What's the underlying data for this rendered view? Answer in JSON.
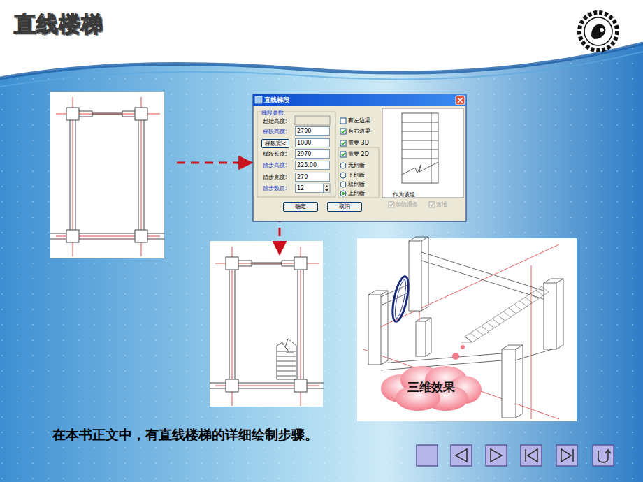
{
  "diagram": {
    "title": "直线楼梯",
    "caption": "在本书正文中，有直线楼梯的详细绘制步骤。",
    "nodes": [
      {
        "text": [
          "直线梯段"
        ]
      },
      {
        "text": [
          "梯段宽<"
        ],
        "in": 0
      },
      {
        "text": [
          "2700"
        ],
        "in": 0
      },
      {
        "text": [
          "1000"
        ],
        "in": 0
      },
      {
        "text": [
          "2970"
        ],
        "in": 0
      },
      {
        "text": [
          "225.00"
        ],
        "in": 0
      },
      {
        "text": [
          "270"
        ],
        "in": 0
      },
      {
        "text": [
          "12"
        ],
        "in": 0
      },
      {
        "text": [
          "确定"
        ],
        "in": 0
      },
      {
        "text": [
          "取消"
        ],
        "in": 0
      },
      {
        "text": [
          "三维效果"
        ]
      }
    ],
    "labels": [
      "梯段参数",
      "起始高度:",
      "梯段高度:",
      "梯段长度:",
      "踏步高度:",
      "踏步宽度:",
      "踏步数目:",
      "有左边梁",
      "有右边梁",
      "需要 3D",
      "需要 2D",
      "无剖断",
      "下剖断",
      "双剖断",
      "上剖断",
      "作为坡道",
      "加防滑条",
      "落地"
    ]
  }
}
